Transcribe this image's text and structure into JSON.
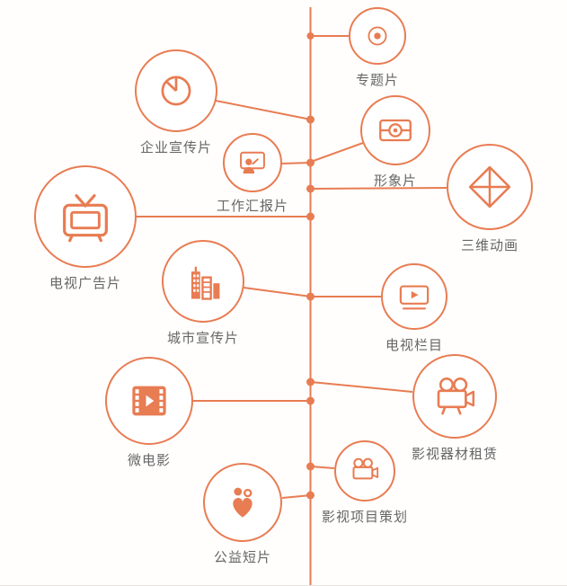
{
  "diagram": {
    "accent": "#E87C52",
    "label_color": "#666666",
    "items": [
      {
        "label": "专题片",
        "icon": "record-icon"
      },
      {
        "label": "企业宣传片",
        "icon": "pie-timer-icon"
      },
      {
        "label": "形象片",
        "icon": "viewfinder-icon"
      },
      {
        "label": "工作汇报片",
        "icon": "presenter-icon"
      },
      {
        "label": "三维动画",
        "icon": "tetrahedron-icon"
      },
      {
        "label": "电视广告片",
        "icon": "tv-icon"
      },
      {
        "label": "城市宣传片",
        "icon": "city-buildings-icon"
      },
      {
        "label": "电视栏目",
        "icon": "tv-program-icon"
      },
      {
        "label": "影视器材租赁",
        "icon": "movie-camera-icon"
      },
      {
        "label": "微电影",
        "icon": "film-play-icon"
      },
      {
        "label": "影视项目策划",
        "icon": "camcorder-icon"
      },
      {
        "label": "公益短片",
        "icon": "charity-heart-icon"
      }
    ]
  }
}
